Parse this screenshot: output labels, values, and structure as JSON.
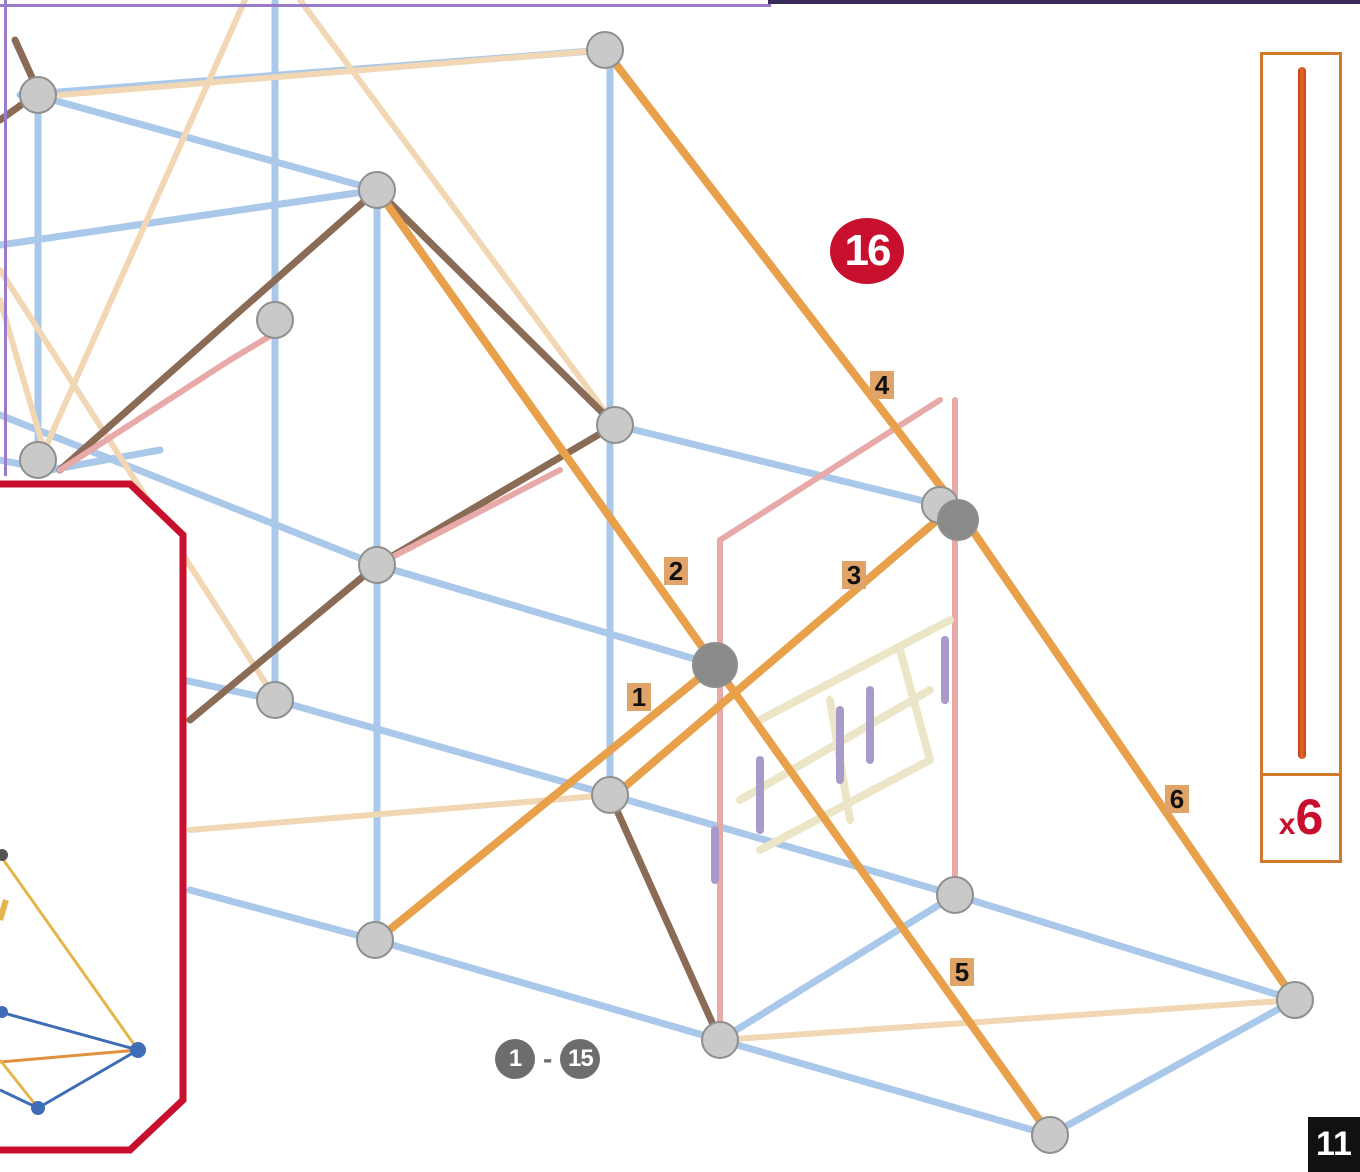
{
  "step": {
    "number": "16",
    "previous_steps_from": "1",
    "previous_steps_to": "15",
    "dash": "-"
  },
  "callouts": [
    "1",
    "2",
    "3",
    "4",
    "5",
    "6"
  ],
  "parts": {
    "quantity_prefix": "x",
    "quantity": "6",
    "rod_color": "#e8692b"
  },
  "page_number": "11",
  "colors": {
    "accent_red": "#c8102e",
    "rod_blue": "#a9c8ea",
    "rod_orange": "#e8a04a",
    "rod_tan": "#f1d7b4",
    "rod_brown": "#8a6b55",
    "rod_pink": "#e8a9a9",
    "connector_grey": "#c9c9c9",
    "frame_purple": "#9a7ac9"
  }
}
